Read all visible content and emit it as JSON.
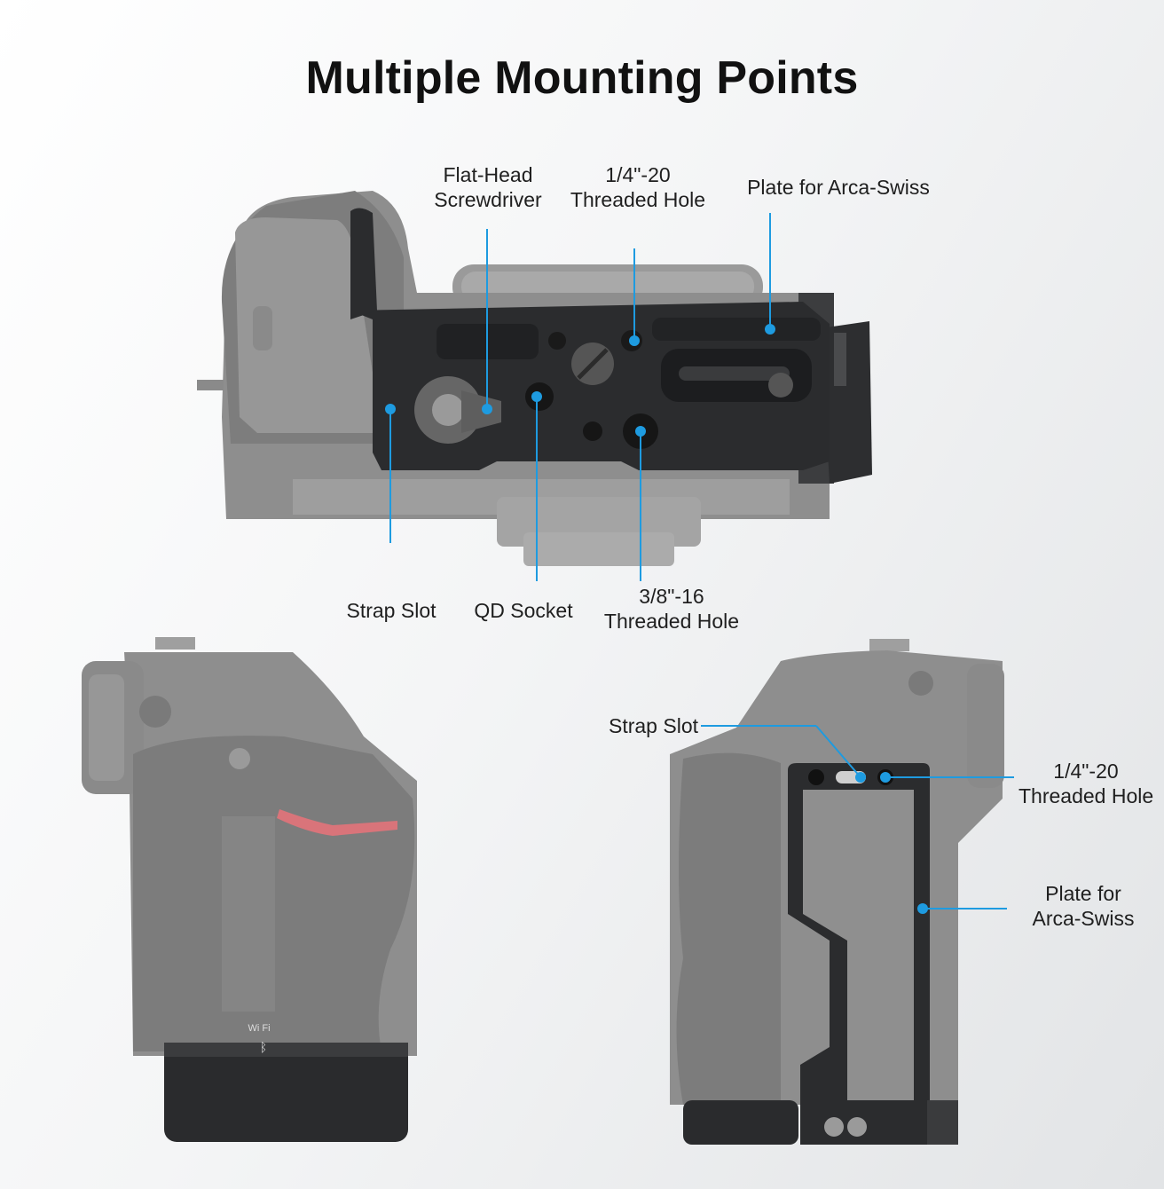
{
  "title": "Multiple Mounting Points",
  "top_view": {
    "labels": {
      "flat_head_screwdriver": "Flat-Head\nScrewdriver",
      "quarter_20_threaded_hole": "1/4\"-20\nThreaded Hole",
      "plate_for_arca_swiss": "Plate for Arca-Swiss",
      "strap_slot": "Strap Slot",
      "qd_socket": "QD Socket",
      "three_eighths_16_threaded_hole": "3/8\"-16\nThreaded Hole"
    }
  },
  "side_view": {
    "labels": {
      "strap_slot": "Strap Slot",
      "quarter_20_threaded_hole": "1/4\"-20\nThreaded Hole",
      "plate_for_arca_swiss": "Plate for\nArca-Swiss"
    },
    "camera_marks": {
      "wifi": "Wi Fi",
      "bluetooth": "ᛒ"
    }
  },
  "colors": {
    "accent": "#1e9be0",
    "camera_body": "#8c8c8c",
    "plate": "#2a2b2d",
    "grip_stripe": "#d9747a"
  }
}
